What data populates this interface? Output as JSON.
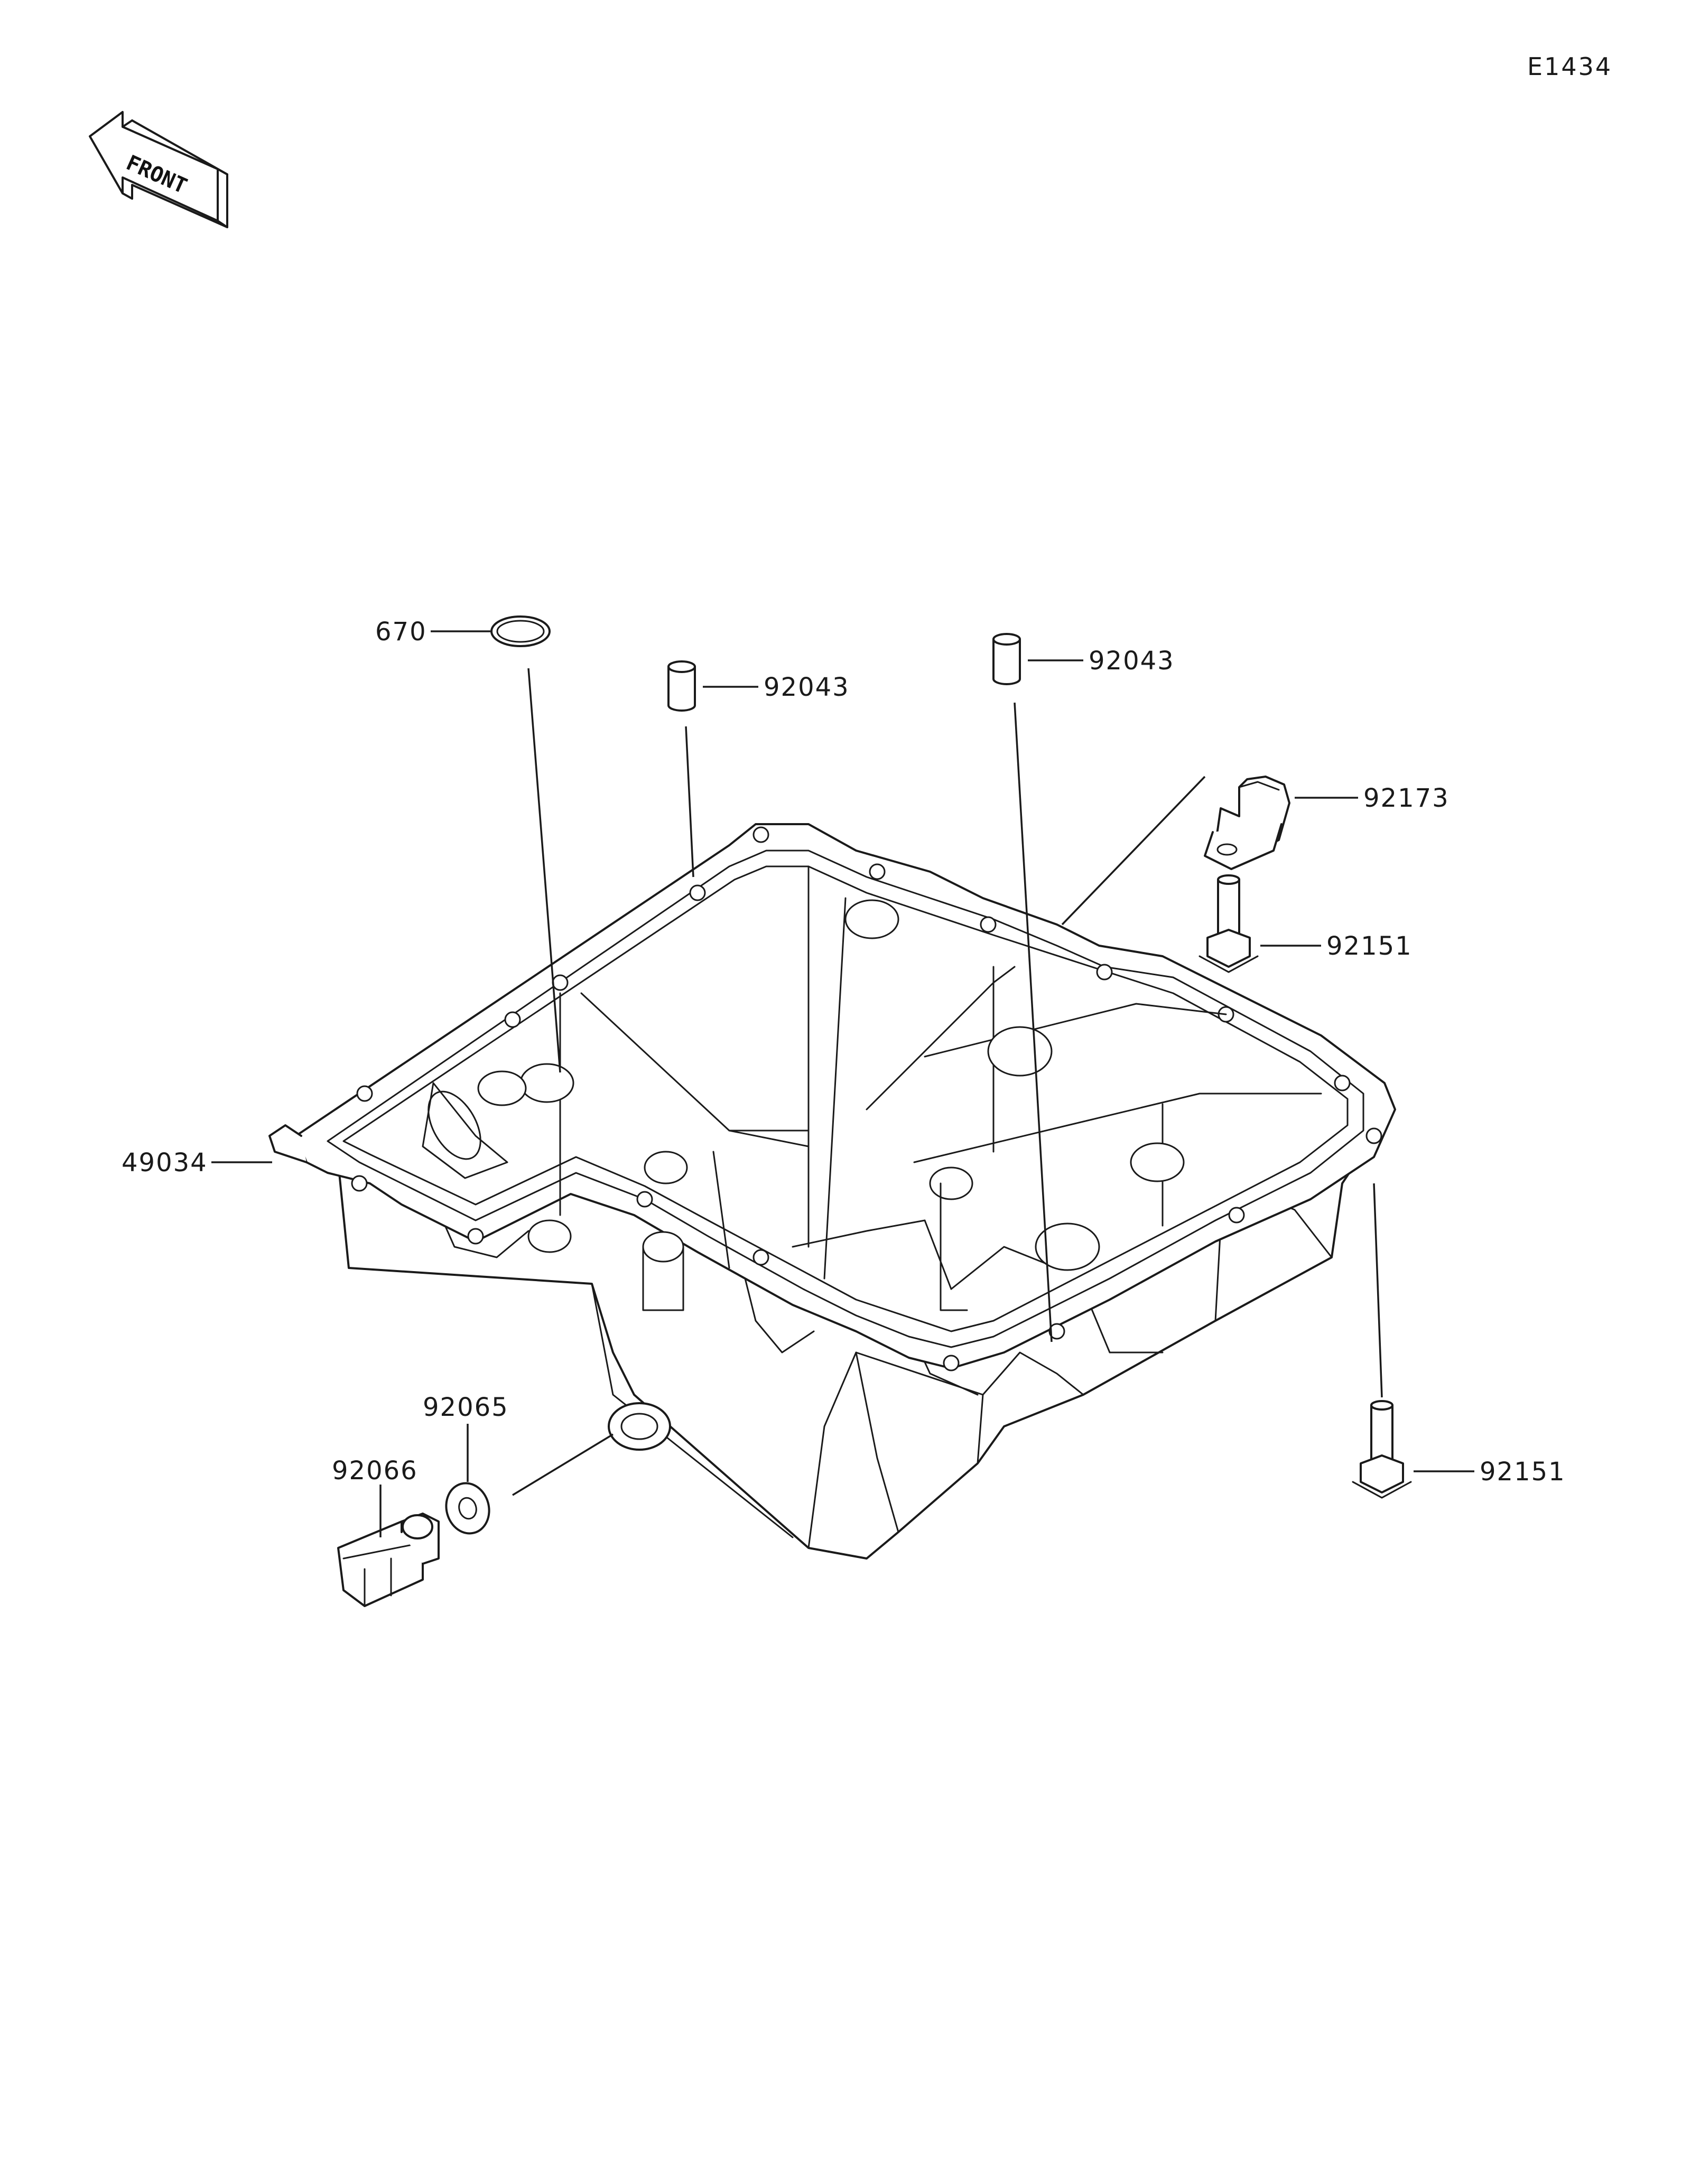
{
  "diagram": {
    "code": "E1434",
    "front_label": "FRONT",
    "parts": [
      {
        "id": "p670",
        "number": "670"
      },
      {
        "id": "p92043a",
        "number": "92043"
      },
      {
        "id": "p92043b",
        "number": "92043"
      },
      {
        "id": "p92173",
        "number": "92173"
      },
      {
        "id": "p92151a",
        "number": "92151"
      },
      {
        "id": "p49034",
        "number": "49034"
      },
      {
        "id": "p92065",
        "number": "92065"
      },
      {
        "id": "p92066",
        "number": "92066"
      },
      {
        "id": "p92151b",
        "number": "92151"
      }
    ]
  }
}
